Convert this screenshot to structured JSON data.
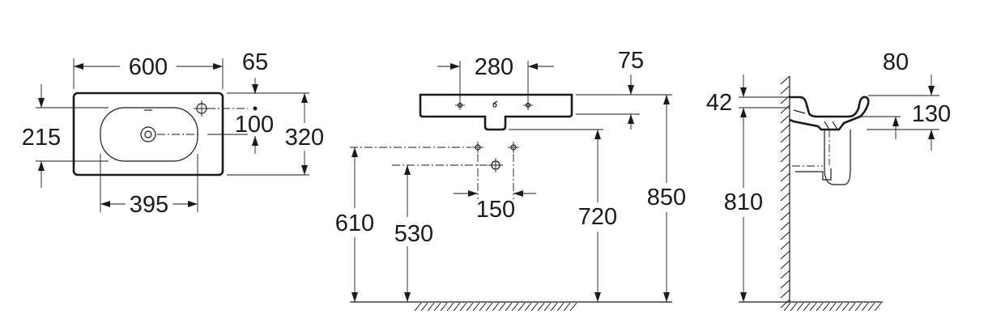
{
  "top_view": {
    "width": "600",
    "tap_offset": "65",
    "waste_offset": "100",
    "depth": "320",
    "bowl_depth": "215",
    "bowl_width": "395"
  },
  "front_view": {
    "tap_spacing": "280",
    "rim_height": "75",
    "waste_spacing": "150",
    "supply_height": "610",
    "waste_height": "530",
    "underside_height": "720",
    "rim_floor_height": "850"
  },
  "side_view": {
    "rim_height": "42",
    "projection": "80",
    "basin_depth": "130",
    "underside_height": "810"
  },
  "colors": {
    "line": "#1a1a1a",
    "background": "#ffffff"
  }
}
